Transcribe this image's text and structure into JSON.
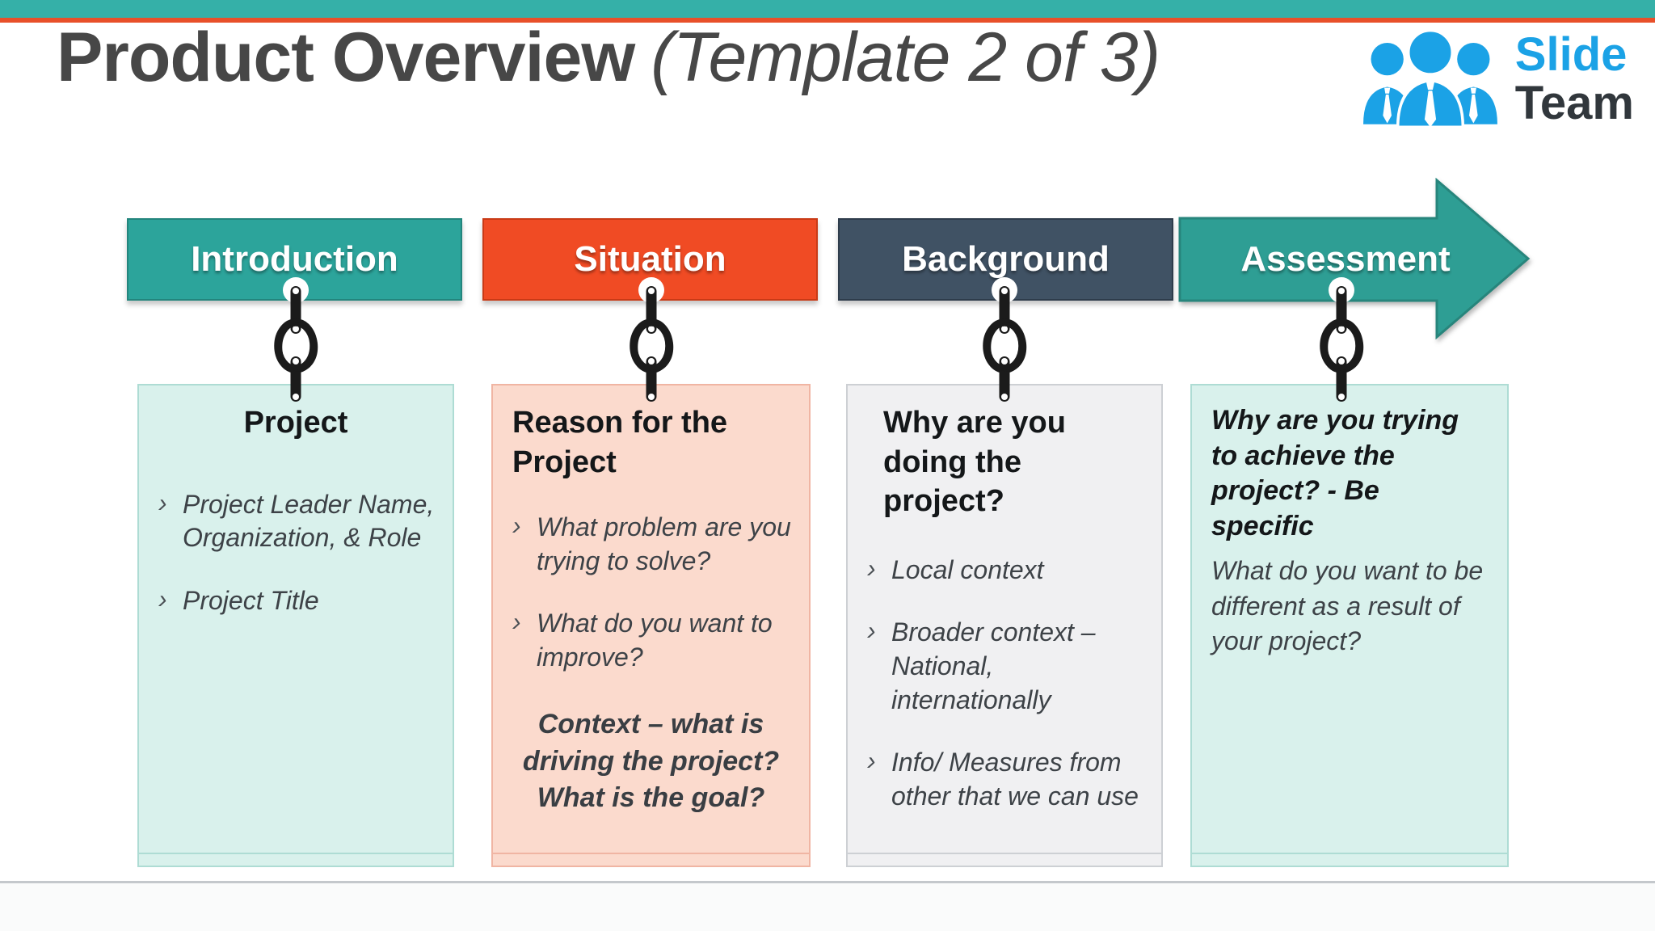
{
  "slide": {
    "title_main": "Product Overview",
    "title_suffix": "(Template 2 of 3)",
    "title_color": "#474747"
  },
  "logo": {
    "word_top": "Slide",
    "word_bottom": "Team",
    "blue": "#1ba2e6",
    "dark": "#31373c"
  },
  "accents": {
    "topbar_teal": "#35b0a8",
    "topbar_orange": "#e8502a",
    "divider_line": "#c4c8cc",
    "chain_black": "#1b1b1b"
  },
  "columns": [
    {
      "id": "introduction",
      "header": {
        "label": "Introduction",
        "bg": "#2ca49b",
        "border": "#23857d",
        "shape": "rect"
      },
      "box": {
        "bg": "#d9f1ec",
        "border": "#aedcd4"
      },
      "title": {
        "text": "Project",
        "align": "center",
        "italic": false
      },
      "bullets": [
        "Project Leader Name, Organization, & Role",
        "Project Title"
      ],
      "paragraph": "",
      "footer_note": ""
    },
    {
      "id": "situation",
      "header": {
        "label": "Situation",
        "bg": "#f04b24",
        "border": "#c93a16",
        "shape": "rect"
      },
      "box": {
        "bg": "#fbdacd",
        "border": "#f0b5a3"
      },
      "title": {
        "text": "Reason for the Project",
        "align": "left",
        "italic": false
      },
      "bullets": [
        "What problem are you trying to solve?",
        "What do you want to improve?"
      ],
      "paragraph": "",
      "footer_note": "Context – what is driving the project? What is the goal?"
    },
    {
      "id": "background",
      "header": {
        "label": "Background",
        "bg": "#405264",
        "border": "#2e3c4b",
        "shape": "rect"
      },
      "box": {
        "bg": "#f0f0f2",
        "border": "#cdd0d4"
      },
      "title": {
        "text": "Why are you doing the project?",
        "align": "left",
        "italic": false
      },
      "bullets": [
        "Local context",
        "Broader context – National, internationally",
        "Info/ Measures from other that we can use"
      ],
      "paragraph": "",
      "footer_note": ""
    },
    {
      "id": "assessment",
      "header": {
        "label": "Assessment",
        "bg": "#2e9e94",
        "border": "#27857c",
        "shape": "arrow"
      },
      "box": {
        "bg": "#d9f1ec",
        "border": "#aedcd4"
      },
      "title": {
        "text": "Why are you trying to achieve the project? - Be specific",
        "align": "left",
        "italic": true
      },
      "bullets": [],
      "paragraph": "What do you want to be different as a result of your project?",
      "footer_note": ""
    }
  ]
}
